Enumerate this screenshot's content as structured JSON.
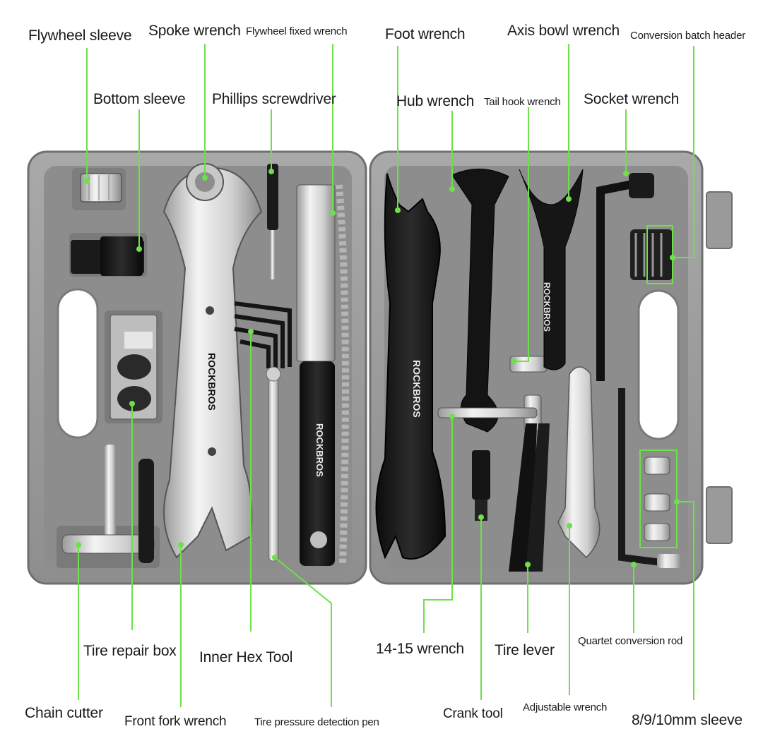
{
  "labels": {
    "flywheel_sleeve": "Flywheel sleeve",
    "spoke_wrench": "Spoke wrench",
    "flywheel_fixed_wrench": "Flywheel fixed wrench",
    "foot_wrench": "Foot wrench",
    "axis_bowl_wrench": "Axis bowl wrench",
    "conversion_batch_header": "Conversion batch header",
    "bottom_sleeve": "Bottom sleeve",
    "phillips_screwdriver": "Phillips screwdriver",
    "hub_wrench": "Hub wrench",
    "tail_hook_wrench": "Tail hook wrench",
    "socket_wrench": "Socket wrench",
    "tire_repair_box": "Tire repair box",
    "inner_hex_tool": "Inner Hex Tool",
    "wrench_14_15": "14-15 wrench",
    "tire_lever": "Tire lever",
    "quartet_conversion_rod": "Quartet conversion rod",
    "chain_cutter": "Chain cutter",
    "front_fork_wrench": "Front fork wrench",
    "tire_pressure_pen": "Tire pressure detection pen",
    "crank_tool": "Crank tool",
    "adjustable_wrench": "Adjustable wrench",
    "sleeve_8_9_10": "8/9/10mm sleeve"
  },
  "brand_marks": [
    "ROCKBROS",
    "ROCKBROS",
    "ROCKBROS",
    "ROCKBROS"
  ],
  "colors": {
    "leader_line": "#6ee04a",
    "case_gray": "#9c9c9c",
    "case_inner": "#8f8f8f",
    "tray_slot": "#777777",
    "chrome": "#d9d9d9",
    "black_tool": "#151515"
  }
}
